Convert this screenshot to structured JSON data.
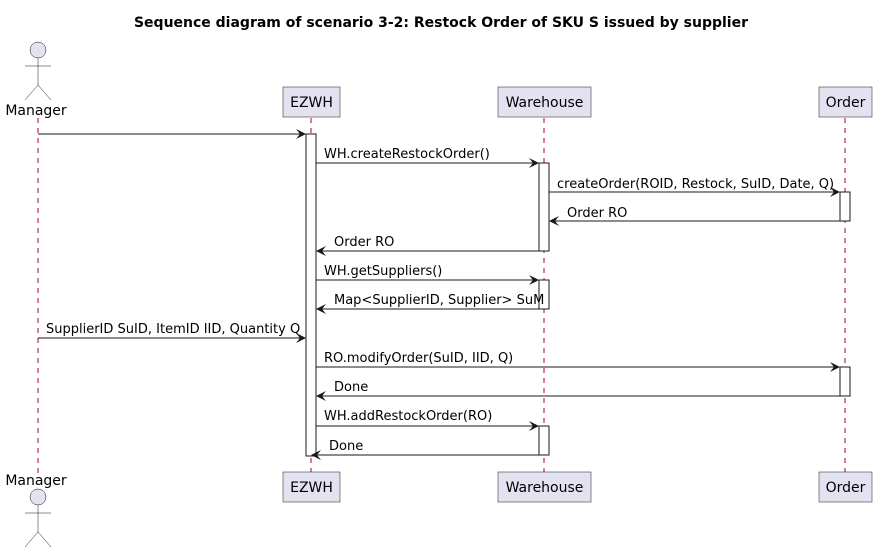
{
  "title": "Sequence diagram of scenario 3-2: Restock Order of SKU S issued by supplier",
  "participants": [
    {
      "id": "manager",
      "label": "Manager",
      "kind": "actor"
    },
    {
      "id": "ezwh",
      "label": "EZWH",
      "kind": "participant"
    },
    {
      "id": "warehouse",
      "label": "Warehouse",
      "kind": "participant"
    },
    {
      "id": "order",
      "label": "Order",
      "kind": "participant"
    }
  ],
  "messages": [
    {
      "from": "manager",
      "to": "ezwh",
      "label": "",
      "kind": "call"
    },
    {
      "from": "ezwh",
      "to": "warehouse",
      "label": "WH.createRestockOrder()",
      "kind": "call"
    },
    {
      "from": "warehouse",
      "to": "order",
      "label": "createOrder(ROID, Restock, SuID, Date, Q)",
      "kind": "call"
    },
    {
      "from": "order",
      "to": "warehouse",
      "label": "Order RO",
      "kind": "return"
    },
    {
      "from": "warehouse",
      "to": "ezwh",
      "label": "Order RO",
      "kind": "return"
    },
    {
      "from": "ezwh",
      "to": "warehouse",
      "label": "WH.getSuppliers()",
      "kind": "call"
    },
    {
      "from": "warehouse",
      "to": "ezwh",
      "label": "Map<SupplierID, Supplier> SuM",
      "kind": "return"
    },
    {
      "from": "manager",
      "to": "ezwh",
      "label": "SupplierID SuID, ItemID IID, Quantity Q",
      "kind": "call"
    },
    {
      "from": "ezwh",
      "to": "order",
      "label": "RO.modifyOrder(SuID, IID, Q)",
      "kind": "call"
    },
    {
      "from": "order",
      "to": "ezwh",
      "label": "Done",
      "kind": "return"
    },
    {
      "from": "ezwh",
      "to": "warehouse",
      "label": "WH.addRestockOrder(RO)",
      "kind": "call"
    },
    {
      "from": "warehouse",
      "to": "ezwh",
      "label": "Done",
      "kind": "return"
    }
  ],
  "colors": {
    "participant_fill": "#e2e2f0",
    "lifeline": "#a80036",
    "stroke": "#181818"
  }
}
